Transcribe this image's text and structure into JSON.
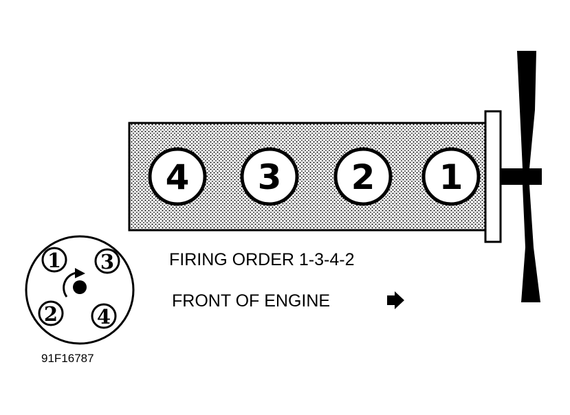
{
  "cylinders": [
    "4",
    "3",
    "2",
    "1"
  ],
  "distributor_cap": {
    "terminals": [
      "1",
      "3",
      "2",
      "4"
    ]
  },
  "labels": {
    "firing_order": "FIRING ORDER 1-3-4-2",
    "front_of_engine": "FRONT OF ENGINE"
  },
  "figure_code": "91F16787",
  "icons": {
    "rotation": "rotation-arrow-icon",
    "front": "right-arrow-icon"
  }
}
